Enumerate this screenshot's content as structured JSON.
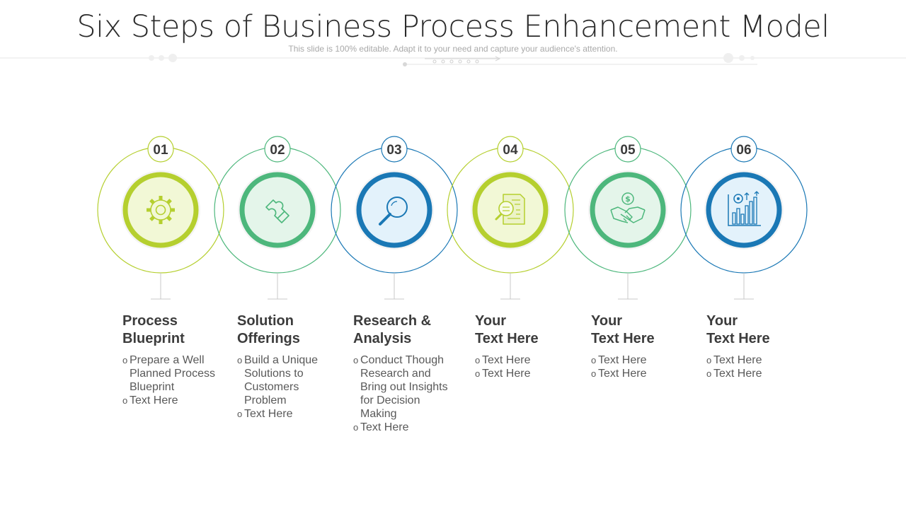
{
  "title": "Six Steps of Business Process Enhancement Model",
  "subtitle": "This slide is 100% editable. Adapt it to your need and capture your audience's attention.",
  "steps": [
    {
      "number": "01",
      "icon": "gear-icon",
      "color": "#b5cf2f",
      "fill": "#f2f8d6",
      "title": [
        "Process",
        "Blueprint"
      ],
      "bullets": [
        "Prepare a Well Planned Process Blueprint",
        "Text Here"
      ]
    },
    {
      "number": "02",
      "icon": "puzzle-icon",
      "color": "#4db77c",
      "fill": "#e4f5ea",
      "title": [
        "Solution",
        "Offerings"
      ],
      "bullets": [
        "Build a Unique Solutions to Customers Problem",
        "Text Here"
      ]
    },
    {
      "number": "03",
      "icon": "magnifier-icon",
      "color": "#1a78b5",
      "fill": "#e3f2fb",
      "title": [
        "Research &",
        "Analysis"
      ],
      "bullets": [
        "Conduct Though Research and Bring out Insights for Decision Making",
        "Text Here"
      ]
    },
    {
      "number": "04",
      "icon": "document-search-icon",
      "color": "#b5cf2f",
      "fill": "#f2f8d6",
      "title": [
        "Your",
        "Text Here"
      ],
      "bullets": [
        "Text Here",
        "Text Here"
      ]
    },
    {
      "number": "05",
      "icon": "handshake-icon",
      "color": "#4db77c",
      "fill": "#e4f5ea",
      "title": [
        "Your",
        "Text Here"
      ],
      "bullets": [
        "Text Here",
        "Text Here"
      ]
    },
    {
      "number": "06",
      "icon": "analytics-chart-icon",
      "color": "#1a78b5",
      "fill": "#e3f2fb",
      "title": [
        "Your",
        "Text Here"
      ],
      "bullets": [
        "Text Here",
        "Text Here"
      ]
    }
  ]
}
